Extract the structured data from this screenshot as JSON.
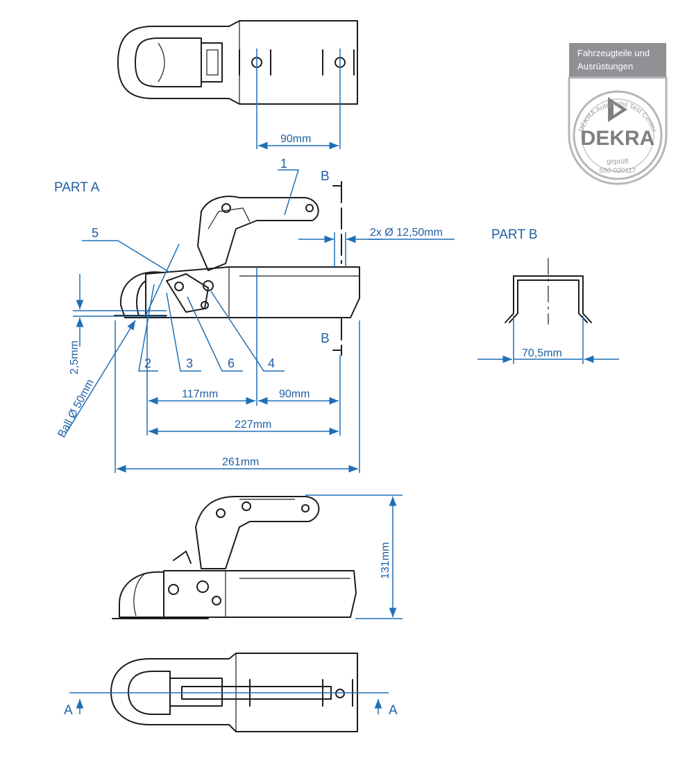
{
  "labels": {
    "part_a": "PART A",
    "part_b": "PART B",
    "section_b": "B",
    "section_a": "A"
  },
  "dimensions": {
    "top_hole_spacing": "90mm",
    "hole_diameter": "2x Ø 12,50mm",
    "offset": "2,5mm",
    "ball": "Ball Ø 50mm",
    "dist_117": "117mm",
    "dist_90": "90mm",
    "dist_227": "227mm",
    "dist_261": "261mm",
    "part_b_width": "70,5mm",
    "height_131": "131mm"
  },
  "callouts": [
    "1",
    "2",
    "3",
    "4",
    "5",
    "6"
  ],
  "certification": {
    "line1": "Fahrzeugteile und",
    "line2": "Ausrüstungen",
    "brand": "DEKRA",
    "arc_text": "DEKRA Automobil Test Center",
    "approved": "geprüft",
    "number": "550-020117"
  },
  "colors": {
    "dimension": "#1f6fb5",
    "outline": "#1c1c1c",
    "badge": "#8f9194"
  }
}
